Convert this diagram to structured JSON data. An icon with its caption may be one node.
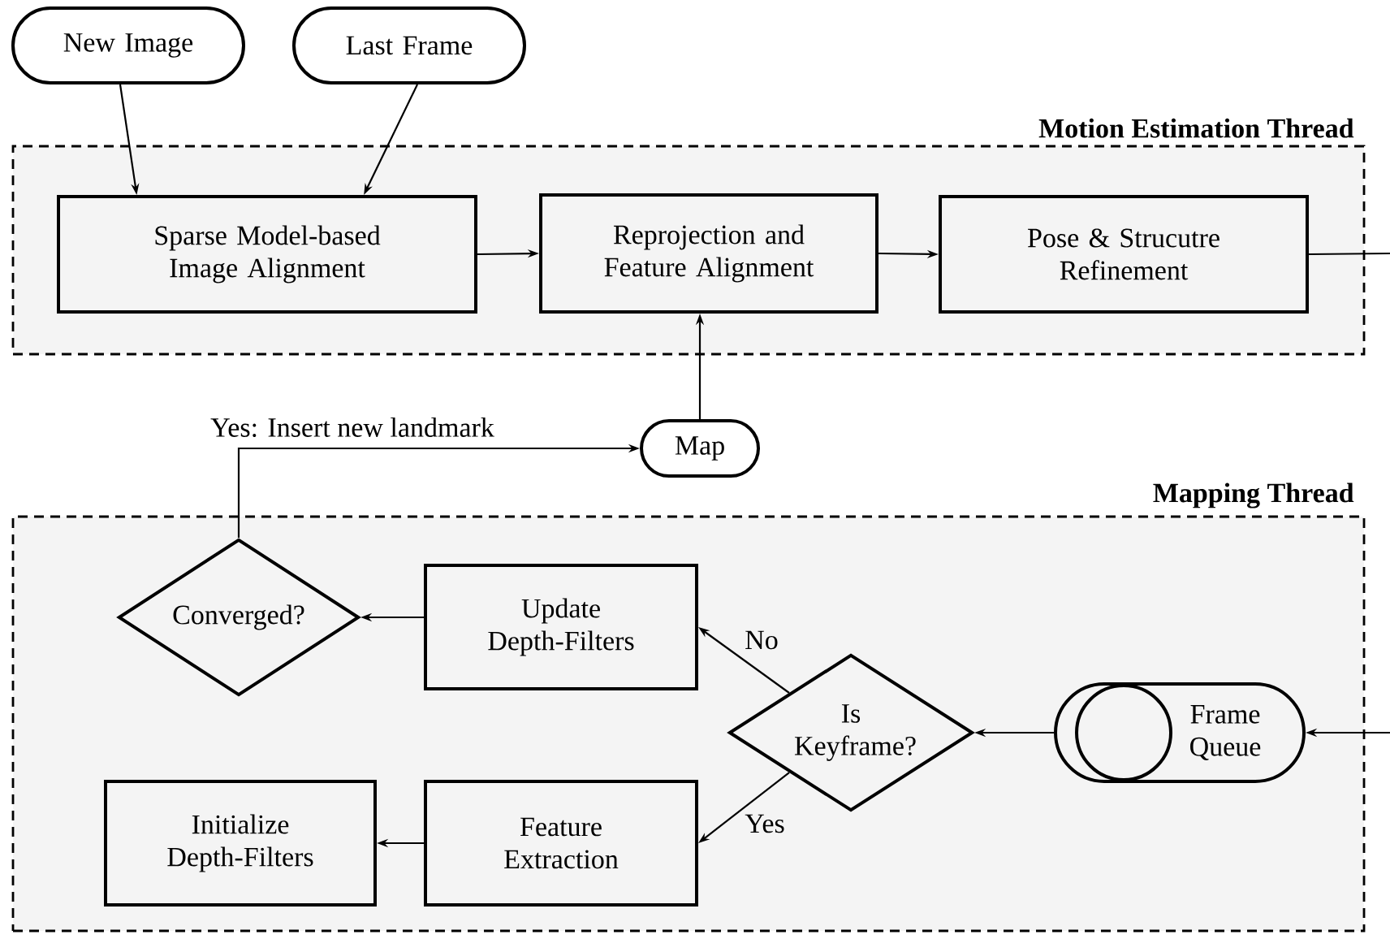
{
  "diagram": {
    "nodes": [
      {
        "text": [
          "Motion Estimation Thread"
        ]
      },
      {
        "text": [
          "New Image"
        ]
      },
      {
        "text": [
          "Last Frame"
        ]
      },
      {
        "text": [
          "Sparse Model-based Image Alignment"
        ],
        "in": 0
      },
      {
        "text": [
          "Reprojection and Feature Alignment"
        ],
        "in": 0
      },
      {
        "text": [
          "Pose & Strucutre Refinement"
        ],
        "in": 0
      },
      {
        "text": [
          "Map"
        ]
      },
      {
        "text": [
          "Mapping Thread"
        ]
      },
      {
        "text": [
          "Converged?"
        ],
        "in": 7
      },
      {
        "text": [
          "Update Depth-Filters"
        ],
        "in": 7
      },
      {
        "text": [
          "Is Keyframe?"
        ],
        "in": 7
      },
      {
        "text": [
          "Frame Queue"
        ],
        "in": 7
      },
      {
        "text": [
          "Initialize Depth-Filters"
        ],
        "in": 7
      },
      {
        "text": [
          "Feature Extraction"
        ],
        "in": 7
      }
    ],
    "edges": [
      {
        "from": 1,
        "to": 3,
        "arrow": "to"
      },
      {
        "from": 2,
        "to": 3,
        "arrow": "to"
      },
      {
        "from": 3,
        "to": 4,
        "arrow": "to"
      },
      {
        "from": 4,
        "to": 5,
        "arrow": "to"
      },
      {
        "from": 5,
        "to": null,
        "arrow": "none"
      },
      {
        "from": 6,
        "to": 4,
        "arrow": "to"
      },
      {
        "from": 8,
        "to": 6,
        "arrow": "to",
        "label": "Yes: Insert new landmark"
      },
      {
        "from": 9,
        "to": 8,
        "arrow": "to"
      },
      {
        "from": 10,
        "to": 9,
        "arrow": "to",
        "label": "No"
      },
      {
        "from": 10,
        "to": 13,
        "arrow": "to",
        "label": "Yes"
      },
      {
        "from": 11,
        "to": 10,
        "arrow": "to"
      },
      {
        "from": null,
        "to": 11,
        "arrow": "to"
      },
      {
        "from": 13,
        "to": 12,
        "arrow": "to"
      }
    ]
  }
}
